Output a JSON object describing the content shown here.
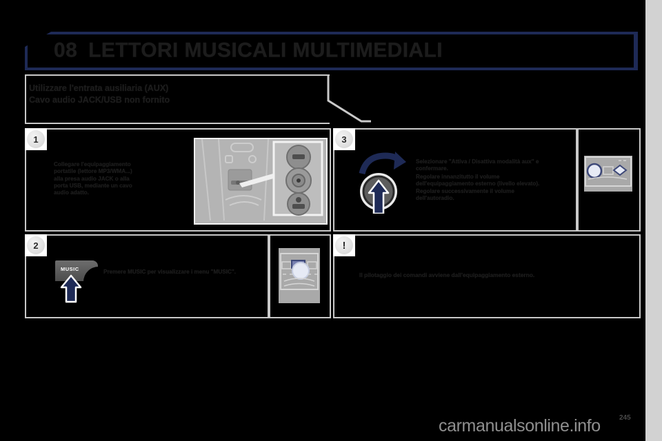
{
  "document": {
    "chapter_number": "08",
    "chapter_title": "LETTORI MUSICALI MULTIMEDIALI",
    "page_number": "245",
    "watermark": "carmanualsonline.info"
  },
  "subtitle": {
    "line1": "Utilizzare l'entrata ausiliaria (AUX)",
    "line2": "Cavo audio JACK/USB non fornito"
  },
  "steps": [
    {
      "badge": "1",
      "text": "Collegare l'equipaggiamento portatile (lettore MP3/WMA...) alla presa audio JACK o alla porta USB, mediante un cavo audio adatto.",
      "image_name": "center-console-aux-usb-photo"
    },
    {
      "badge": "2",
      "text": "Premere MUSIC per visualizzare i menu \"MUSIC\".",
      "button_label": "MUSIC",
      "image_name": "audio-unit-music-button-diagram"
    },
    {
      "badge": "3",
      "text_a": "Selezionare \"Attiva / Disattiva modalità aux\" e confermare.",
      "text_b": "Regolare innanzitutto il volume dell'equipaggiamento esterno (livello elevato). Regolare successivamente il volume dell'autoradio.",
      "image_name": "audio-unit-knob-diagram"
    }
  ],
  "warning": {
    "badge": "!",
    "text": "Il pilotaggio dei comandi avviene dall'equipaggiamento esterno."
  },
  "colors": {
    "header_border": "#1e2a56",
    "accent_blue": "#1e2a56",
    "panel_border": "#c9c9c9",
    "page_background": "#000000",
    "edge_strip": "#d2d2d2"
  }
}
